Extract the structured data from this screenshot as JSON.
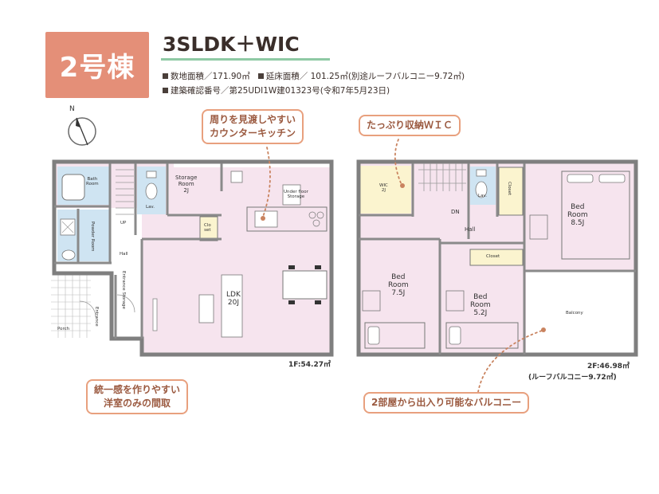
{
  "header": {
    "building_label": "2号棟",
    "plan_type": "3SLDK＋WIC",
    "site_area": "数地面積／171.90㎡",
    "floor_area": "延床面積／ 101.25㎡(別途ルーフバルコニー9.72㎡)",
    "permit": "建築確認番号／第25UDI1W建01323号(令和7年5月23日)"
  },
  "compass": {
    "label": "N"
  },
  "callouts": {
    "kitchen": [
      "周りを見渡しやすい",
      "カウンターキッチン"
    ],
    "wic": [
      "たっぷり収納ＷＩＣ"
    ],
    "western": [
      "統一感を作りやすい",
      "洋室のみの間取"
    ],
    "balcony": [
      "2部屋から出入り可能なバルコニー"
    ]
  },
  "floors": {
    "first": {
      "area_label": "1F:54.27㎡",
      "rooms": {
        "bath": {
          "name": "Bath",
          "name2": "Room"
        },
        "powder": {
          "name": "Powder",
          "name2": "Room"
        },
        "lav": {
          "name": "Lav."
        },
        "storage": {
          "name": "Storage",
          "name2": "Room",
          "size": "2J"
        },
        "closet": {
          "name": "Clo",
          "name2": "set"
        },
        "hall": {
          "name": "Hall"
        },
        "up": {
          "name": "UP"
        },
        "entrance_storage": {
          "name": "Entrance Storage"
        },
        "entrance": {
          "name": "Entrance"
        },
        "porch": {
          "name": "Porch"
        },
        "ldk": {
          "name": "LDK",
          "size": "20J"
        },
        "under_floor": {
          "name": "Under floor",
          "name2": "Storage"
        }
      }
    },
    "second": {
      "area_label": "2F:46.98㎡",
      "roof_balcony": "(ルーフバルコニー9.72㎡)",
      "rooms": {
        "wic": {
          "name": "WIC",
          "size": "2J"
        },
        "dn": {
          "name": "DN"
        },
        "hall": {
          "name": "Hall"
        },
        "lav": {
          "name": "Lav."
        },
        "closet_top": {
          "name": "Closet"
        },
        "bed_main": {
          "name": "Bed",
          "name2": "Room",
          "size": "8.5J"
        },
        "bed_left": {
          "name": "Bed",
          "name2": "Room",
          "size": "7.5J"
        },
        "closet_mid": {
          "name": "Closet"
        },
        "bed_small": {
          "name": "Bed",
          "name2": "Room",
          "size": "5.2J"
        },
        "balcony": {
          "name": "Balcony"
        }
      }
    }
  },
  "colors": {
    "badge": "#e48f78",
    "room_pink": "#f6e4ee",
    "room_blue": "#cfe4f2",
    "room_yellow": "#fbf4cf",
    "callout_border": "#e8a07e",
    "callout_text": "#9b5a40",
    "wall": "#8a8a8a",
    "accent_line": "#8ec9a4"
  }
}
